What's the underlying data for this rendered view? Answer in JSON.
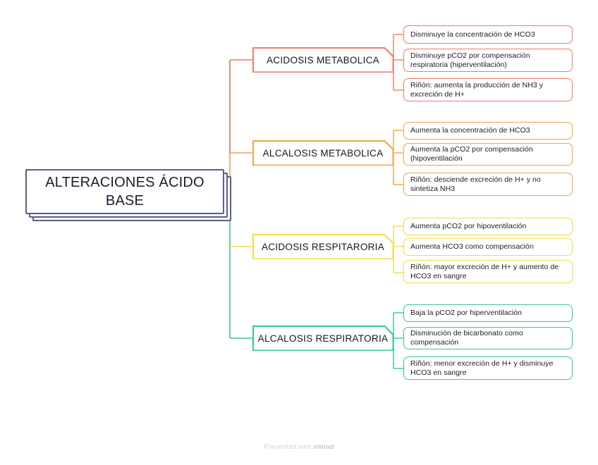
{
  "diagram": {
    "type": "mind-map",
    "root": {
      "label": "ALTERACIONES ÁCIDO BASE"
    },
    "branches": [
      {
        "label": "ACIDOSIS METABOLICA",
        "color": "#f4796b",
        "leaves": [
          {
            "text": "Disminuye la concentración de HCO3"
          },
          {
            "text": "Disminuye pCO2 por compensación respiratoria (hiperventilación)"
          },
          {
            "text": "Riñón: aumenta la producción de NH3 y excreción de H+"
          }
        ]
      },
      {
        "label": "ALCALOSIS METABOLICA",
        "color": "#f0a44e",
        "leaves": [
          {
            "text": "Aumenta la concentración de HCO3"
          },
          {
            "text": "Aumenta la pCO2 por compensación (hipoventilación"
          },
          {
            "text": "Riñón: desciende excreción de H+ y no sintetiza NH3"
          }
        ]
      },
      {
        "label": "ACIDOSIS RESPITARORIA",
        "color": "#f2dc4e",
        "leaves": [
          {
            "text": "Aumenta pCO2 por hipoventilación"
          },
          {
            "text": "Aumenta HCO3 como compensación"
          },
          {
            "text": "Riñón: mayor excreción de H+ y aumento de HCO3 en sangre"
          }
        ]
      },
      {
        "label": "ALCALOSIS RESPIRATORIA",
        "color": "#34c795",
        "leaves": [
          {
            "text": "Baja la pCO2 por hiperventilación"
          },
          {
            "text": "Disminución de bicarbonato como compensación"
          },
          {
            "text": "Riñón: menor excreción de H+ y disminuye HCO3 en sangre"
          }
        ]
      }
    ]
  },
  "footer": {
    "prefix": "Presented with ",
    "brand": "xmind"
  }
}
